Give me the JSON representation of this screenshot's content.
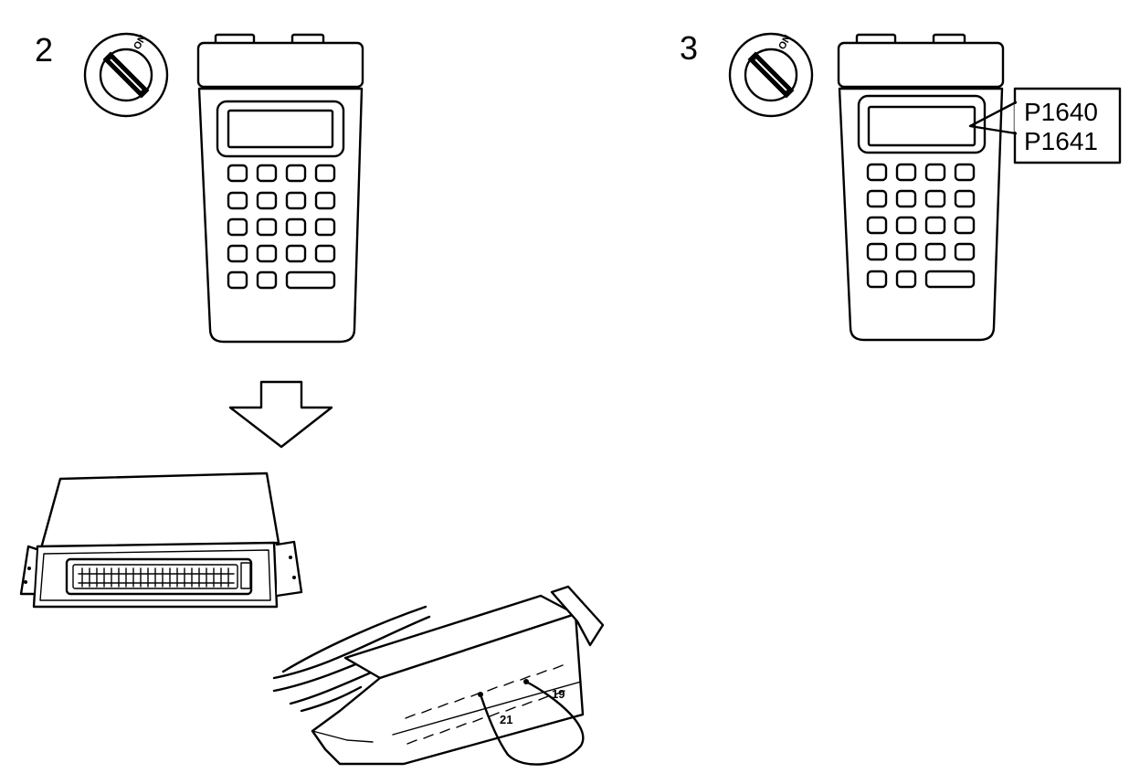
{
  "steps": [
    {
      "number": "2",
      "ignition_label": "ON"
    },
    {
      "number": "3",
      "ignition_label": "ON",
      "fault_codes": [
        "P1640",
        "P1641"
      ]
    }
  ],
  "connector_pins": [
    "19",
    "21"
  ]
}
